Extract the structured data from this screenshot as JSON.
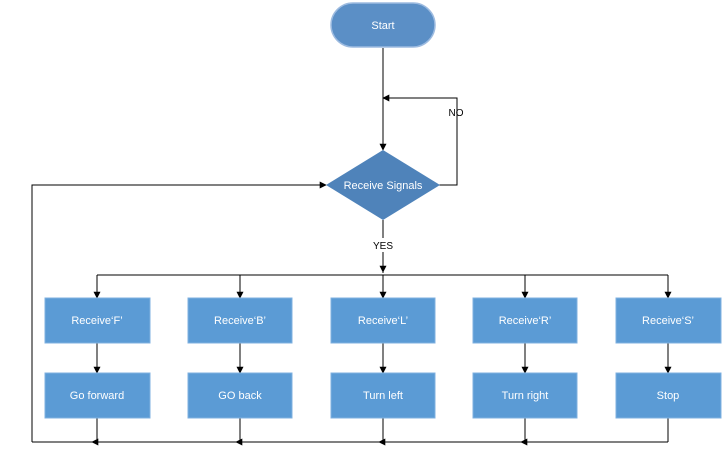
{
  "colors": {
    "start_fill": "#5b8fc6",
    "start_stroke": "#9dbbe0",
    "decision_fill": "#4f83ba",
    "box_fill": "#5b9bd5",
    "box_stroke": "#7fb0e0",
    "line": "#000000",
    "text_on_shape": "#ffffff"
  },
  "start": {
    "label": "Start"
  },
  "decision": {
    "label": "Receive Signals"
  },
  "edges": {
    "no_label": "NO",
    "yes_label": "YES"
  },
  "branches": [
    {
      "receive": "Receive‘F’",
      "action": "Go forward"
    },
    {
      "receive": "Receive‘B’",
      "action": "GO back"
    },
    {
      "receive": "Receive‘L’",
      "action": "Turn left"
    },
    {
      "receive": "Receive‘R’",
      "action": "Turn right"
    },
    {
      "receive": "Receive‘S’",
      "action": "Stop"
    }
  ]
}
